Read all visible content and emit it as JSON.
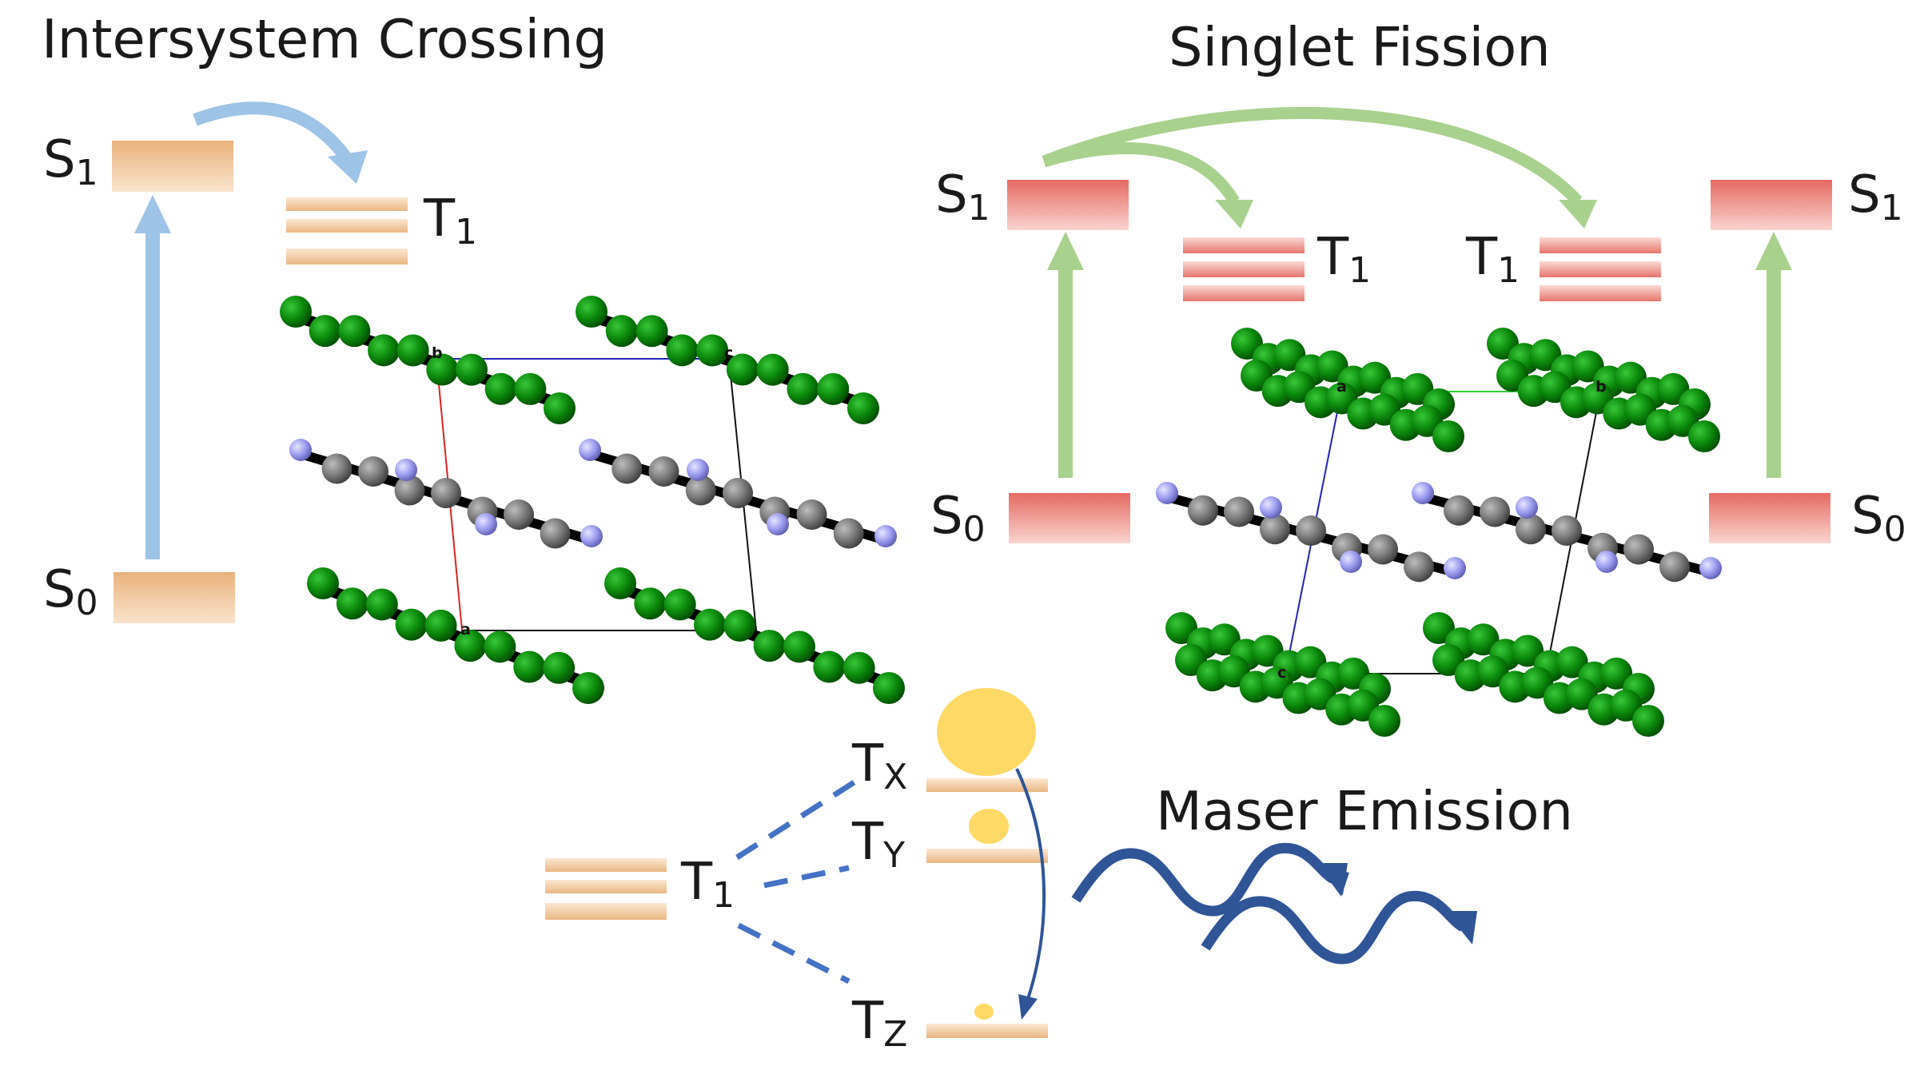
{
  "titles": {
    "isc": "Intersystem Crossing",
    "sf": "Singlet Fission",
    "maser": "Maser Emission"
  },
  "levels": {
    "S": "S",
    "T": "T",
    "sub_1": "1",
    "sub_0": "0",
    "sub_X": "X",
    "sub_Y": "Y",
    "sub_Z": "Z"
  },
  "cell_axes": {
    "isc": [
      "b",
      "c",
      "a"
    ],
    "sf": [
      "a",
      "b",
      "c"
    ]
  },
  "colors": {
    "orange_level": "#e8b98a",
    "red_level": "#e67c74",
    "isc_arrow": "#9dc3e6",
    "sf_arrow": "#a9d18e",
    "dark_blue": "#2f5597",
    "dash_blue": "#4472c4",
    "population": "#ffd966",
    "atom_green": "#0b7d0b",
    "atom_grey": "#7f7f7f",
    "atom_lilac": "#9999ee"
  }
}
